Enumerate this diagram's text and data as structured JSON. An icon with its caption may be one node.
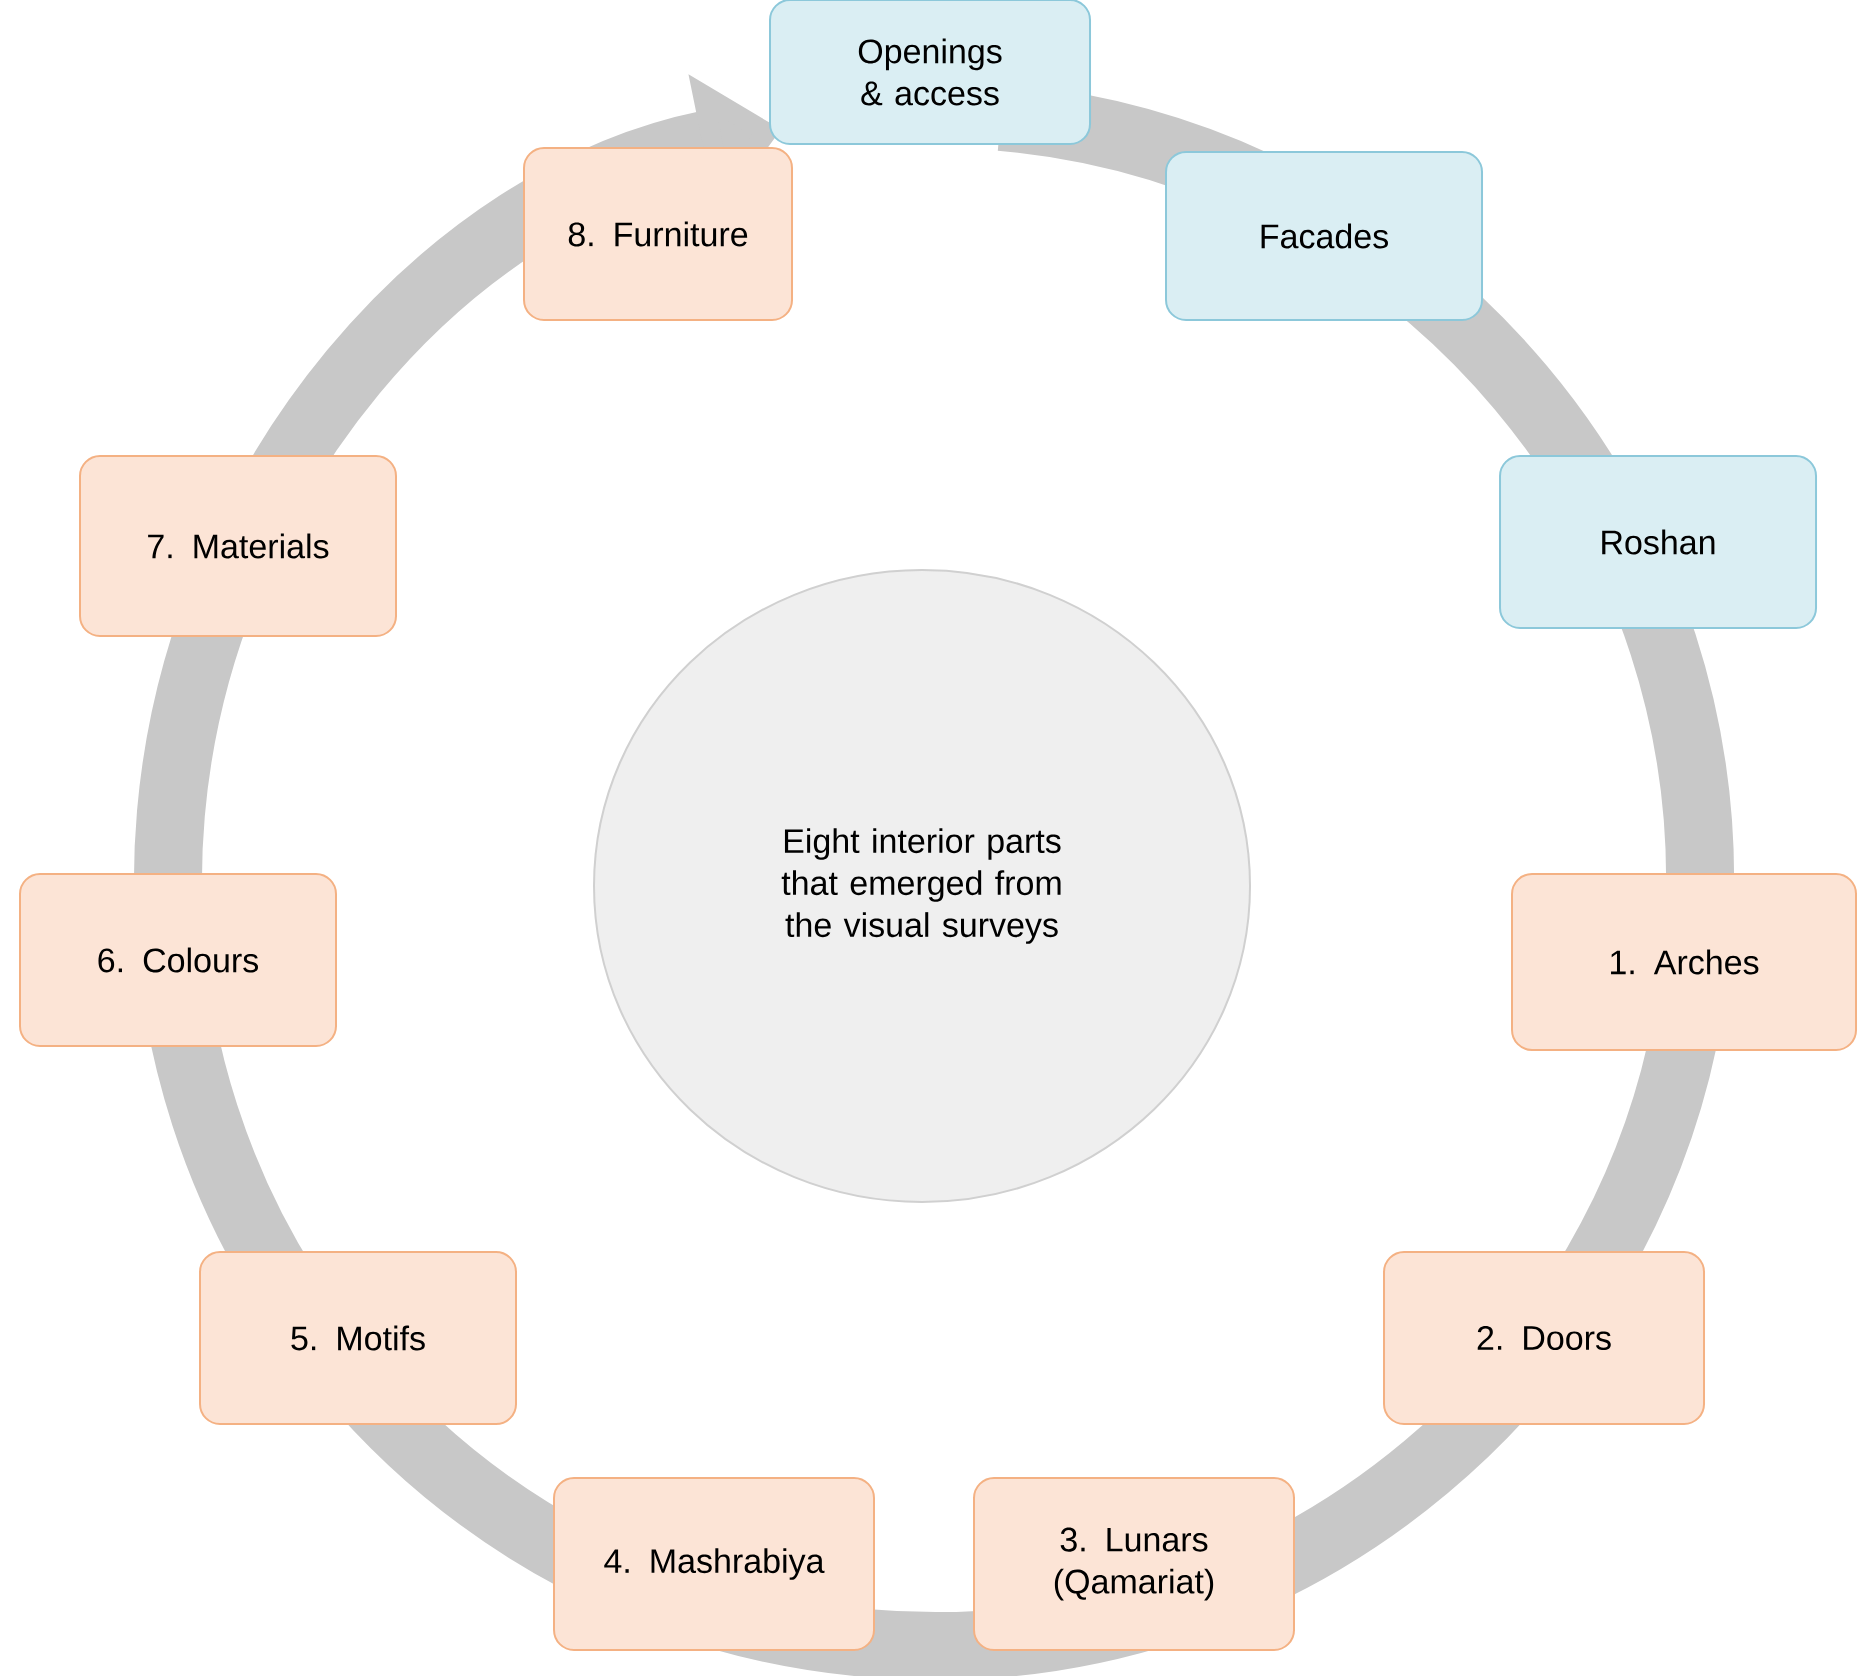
{
  "diagram": {
    "nodes": [
      {
        "text": [
          "Openings & access"
        ]
      },
      {
        "text": [
          "Facades"
        ]
      },
      {
        "text": [
          "Roshan"
        ]
      },
      {
        "text": [
          "1. Arches"
        ]
      },
      {
        "text": [
          "2. Doors"
        ]
      },
      {
        "text": [
          "3. Lunars (Qamariat)"
        ]
      },
      {
        "text": [
          "4. Mashrabiya"
        ]
      },
      {
        "text": [
          "5. Motifs"
        ]
      },
      {
        "text": [
          "6. Colours"
        ]
      },
      {
        "text": [
          "7. Materials"
        ]
      },
      {
        "text": [
          "8. Furniture"
        ]
      },
      {
        "text": [
          "Eight interior parts that emerged from the visual surveys"
        ]
      }
    ]
  }
}
